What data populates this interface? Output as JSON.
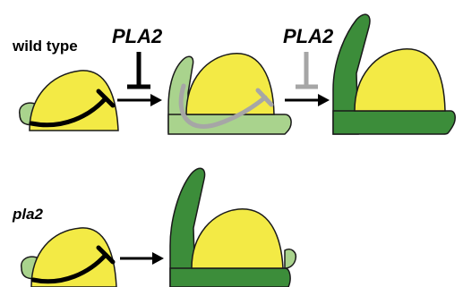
{
  "labels": {
    "wild_type": "wild type",
    "gene_1": "PLA2",
    "gene_2": "PLA2",
    "mutant": "pla2"
  },
  "colors": {
    "yellow": "#f3ea45",
    "light_green": "#a9d38d",
    "dark_green": "#3c8d3a",
    "outline": "#1a1a1a",
    "active_inhibitor": "#000000",
    "faded_inhibitor": "#a6a6a6"
  }
}
